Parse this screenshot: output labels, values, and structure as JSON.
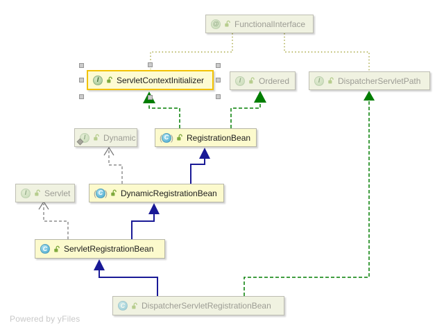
{
  "watermark": {
    "text": "Powered by yFiles"
  },
  "colors": {
    "extends_edge": "#191996",
    "implements_edge": "#007d00",
    "annotation_edge": "#a6a63c",
    "dependency_edge": "#757575",
    "selection_border": "#f2c203",
    "node_background": "#fcfacd",
    "muted_node_background": "#f0f2e1"
  },
  "nodes": {
    "functional_interface": {
      "label": "FunctionalInterface",
      "icon": "@",
      "type": "annotation",
      "muted": true
    },
    "servlet_context_initializer": {
      "label": "ServletContextInitializer",
      "icon": "I",
      "type": "interface",
      "selected": true
    },
    "ordered": {
      "label": "Ordered",
      "icon": "I",
      "type": "interface",
      "muted": true
    },
    "dispatcher_servlet_path": {
      "label": "DispatcherServletPath",
      "icon": "I",
      "type": "interface",
      "muted": true
    },
    "dynamic": {
      "label": "Dynamic",
      "icon": "I",
      "type": "inner-interface",
      "muted": true
    },
    "registration_bean": {
      "label": "RegistrationBean",
      "icon": "C",
      "type": "abstract-class",
      "muted": false
    },
    "servlet": {
      "label": "Servlet",
      "icon": "I",
      "type": "interface",
      "muted": true
    },
    "dynamic_registration_bean": {
      "label": "DynamicRegistrationBean",
      "icon": "C",
      "type": "abstract-class",
      "muted": false
    },
    "servlet_registration_bean": {
      "label": "ServletRegistrationBean",
      "icon": "C",
      "type": "class",
      "muted": false
    },
    "dispatcher_servlet_registration_bean": {
      "label": "DispatcherServletRegistrationBean",
      "icon": "C",
      "type": "class",
      "muted": true
    }
  },
  "edges": [
    {
      "from": "FunctionalInterface",
      "to": "ServletContextInitializer",
      "type": "annotation"
    },
    {
      "from": "FunctionalInterface",
      "to": "DispatcherServletPath",
      "type": "annotation"
    },
    {
      "from": "RegistrationBean",
      "to": "ServletContextInitializer",
      "type": "implements"
    },
    {
      "from": "RegistrationBean",
      "to": "Ordered",
      "type": "implements"
    },
    {
      "from": "DynamicRegistrationBean",
      "to": "RegistrationBean",
      "type": "extends"
    },
    {
      "from": "DynamicRegistrationBean",
      "to": "Dynamic",
      "type": "dependency"
    },
    {
      "from": "ServletRegistrationBean",
      "to": "DynamicRegistrationBean",
      "type": "extends"
    },
    {
      "from": "ServletRegistrationBean",
      "to": "Servlet",
      "type": "dependency"
    },
    {
      "from": "DispatcherServletRegistrationBean",
      "to": "ServletRegistrationBean",
      "type": "extends"
    },
    {
      "from": "DispatcherServletRegistrationBean",
      "to": "DispatcherServletPath",
      "type": "implements"
    }
  ]
}
